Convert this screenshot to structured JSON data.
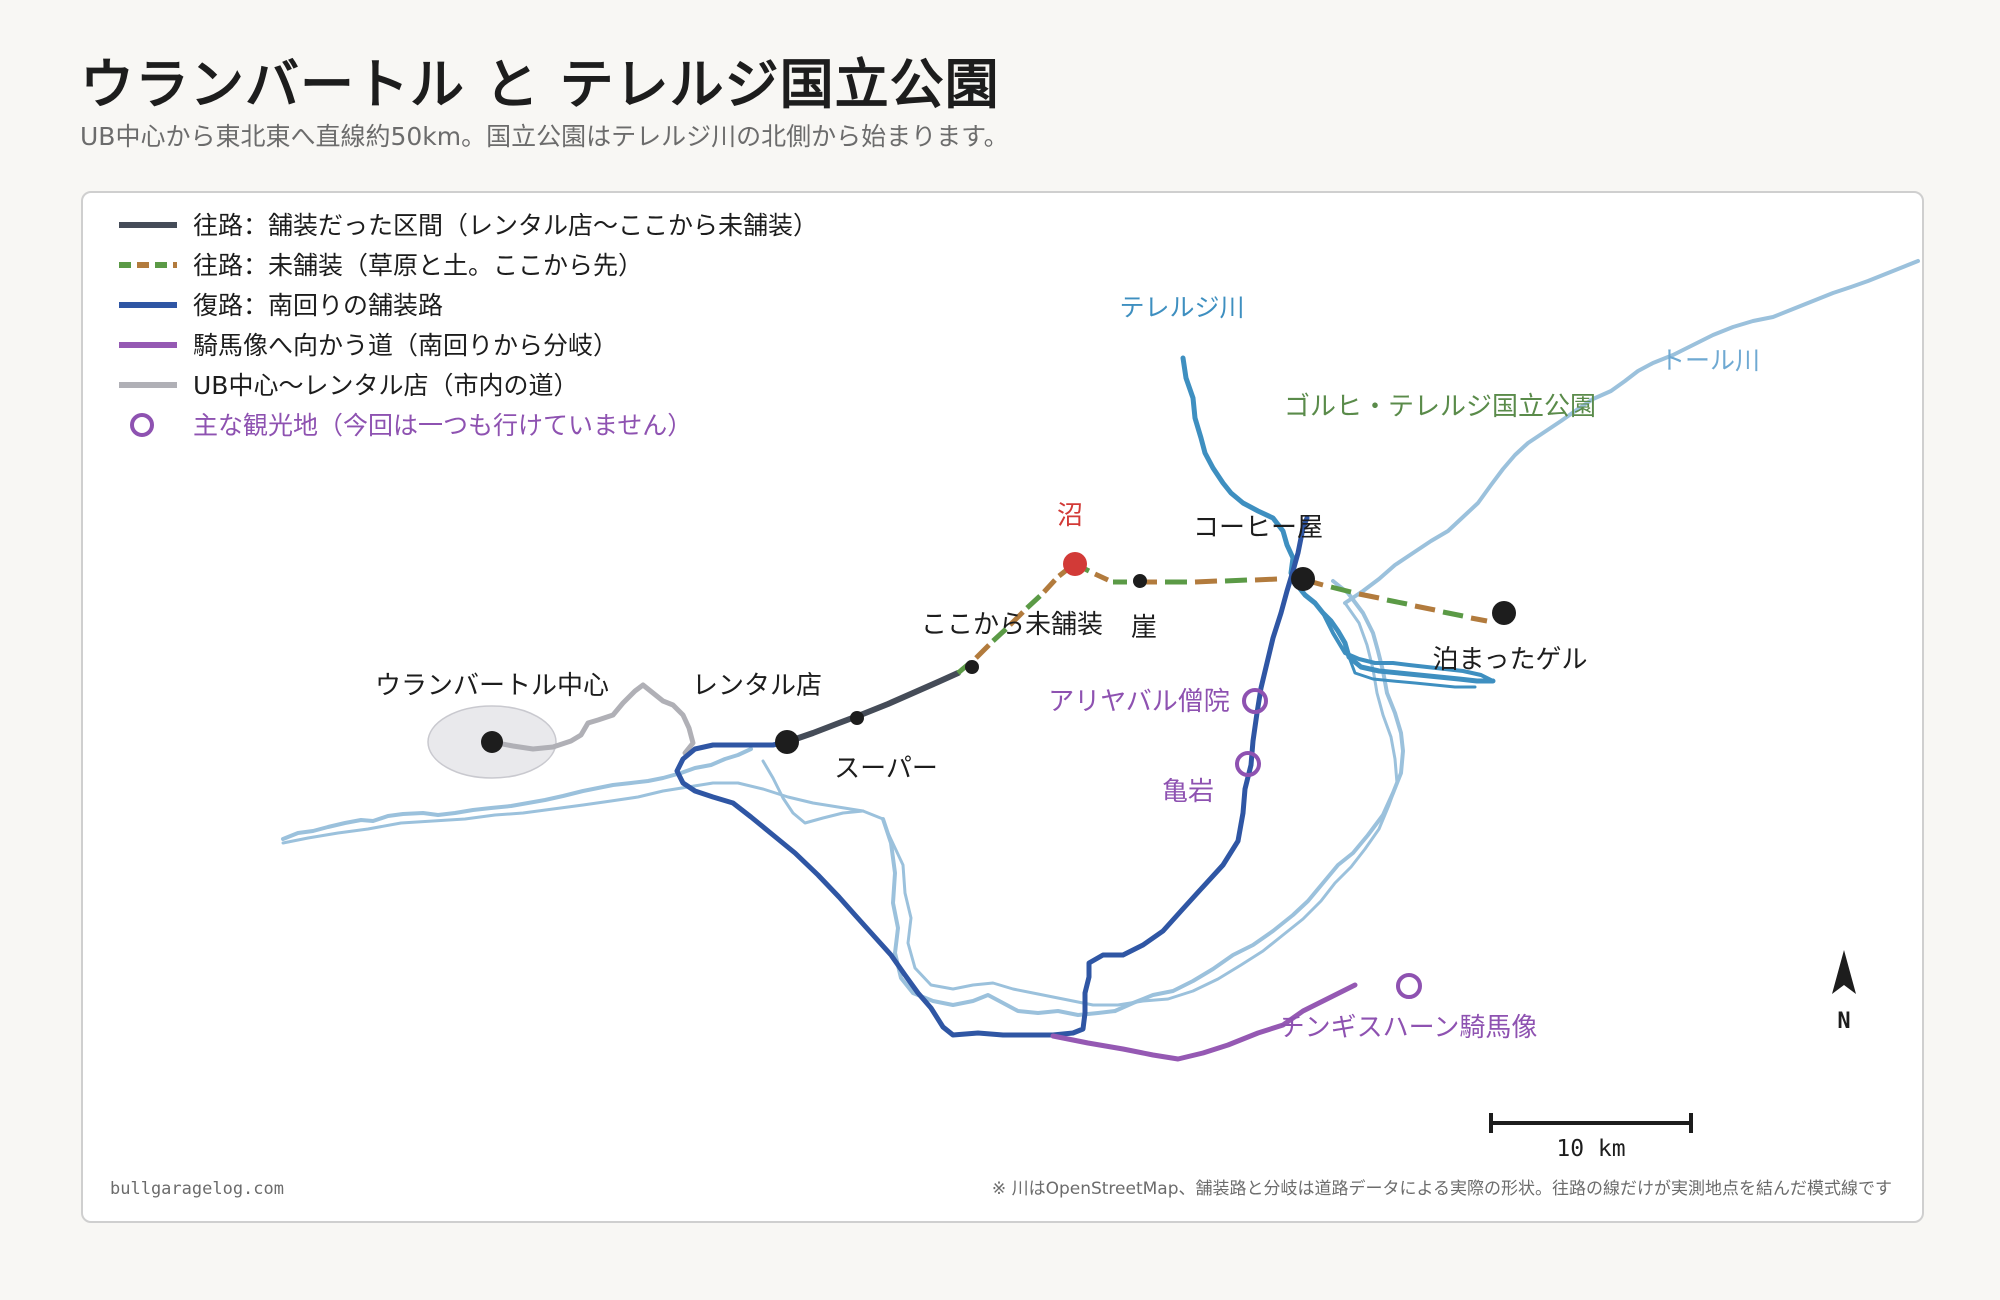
{
  "title": "ウランバートル と テレルジ国立公園",
  "subtitle": "UB中心から東北東へ直線約50km。国立公園はテレルジ川の北側から始まります。",
  "legend": {
    "paved_outbound": "往路：舗装だった区間（レンタル店〜ここから未舗装）",
    "unpaved_outbound": "往路：未舗装（草原と土。ここから先）",
    "return_route": "復路：南回りの舗装路",
    "statue_road": "騎馬像へ向かう道（南回りから分岐）",
    "city_road": "UB中心〜レンタル店（市内の道）",
    "sights": "主な観光地（今回は一つも行けていません）"
  },
  "colors": {
    "paved_outbound": "#454c58",
    "unpaved_green": "#5b9a46",
    "unpaved_brown": "#b27b3d",
    "return_route": "#2f56a4",
    "statue_road": "#9559b3",
    "city_road": "#b0b0b6",
    "river_main": "#3e8fc0",
    "river_light": "#9bc1dc",
    "sight": "#8e52b1",
    "swamp": "#d23a37",
    "park_label": "#5a8b4a"
  },
  "places": {
    "ub_center": "ウランバートル中心",
    "rental": "レンタル店",
    "super": "スーパー",
    "unpaved_start": "ここから未舗装",
    "swamp": "沼",
    "cliff": "崖",
    "coffee": "コーヒー屋",
    "ger": "泊まったゲル",
    "aryapala": "アリヤバル僧院",
    "turtle_rock": "亀岩",
    "statue": "チンギスハーン騎馬像"
  },
  "rivers": {
    "terelj": "テレルジ川",
    "tuul": "トール川"
  },
  "park_label": "ゴルヒ・テレルジ国立公園",
  "compass": "N",
  "scale_label": "10 km",
  "credit": "bullgaragelog.com",
  "note": "※ 川はOpenStreetMap、舗装路と分岐は道路データによる実際の形状。往路の線だけが実測地点を結んだ模式線です"
}
